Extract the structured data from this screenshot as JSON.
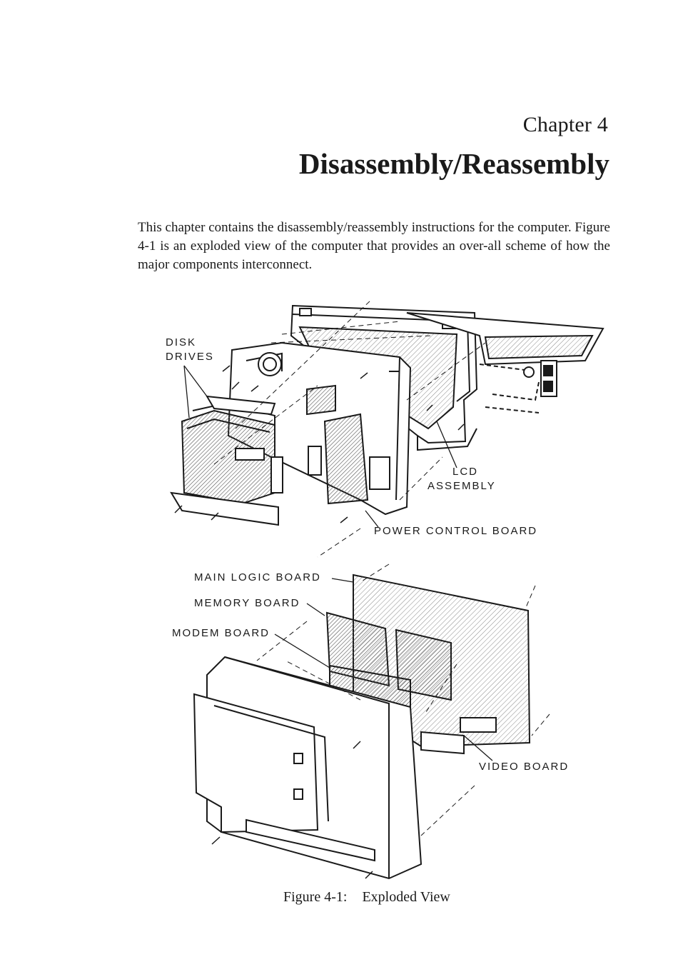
{
  "chapter": {
    "label": "Chapter 4",
    "title": "Disassembly/Reassembly"
  },
  "intro": "This chapter contains the disassembly/reassembly instructions for the computer. Figure 4-1 is an exploded view of the computer that provides an over-all scheme of how the major components interconnect.",
  "figure": {
    "callouts": {
      "disk_drives_1": "DISK",
      "disk_drives_2": "DRIVES",
      "lcd_1": "LCD",
      "lcd_2": "ASSEMBLY",
      "power_control": "POWER CONTROL BOARD",
      "main_logic": "MAIN LOGIC BOARD",
      "memory": "MEMORY BOARD",
      "modem": "MODEM BOARD",
      "video": "VIDEO BOARD"
    },
    "caption_number": "Figure 4-1:",
    "caption_title": "Exploded View"
  }
}
